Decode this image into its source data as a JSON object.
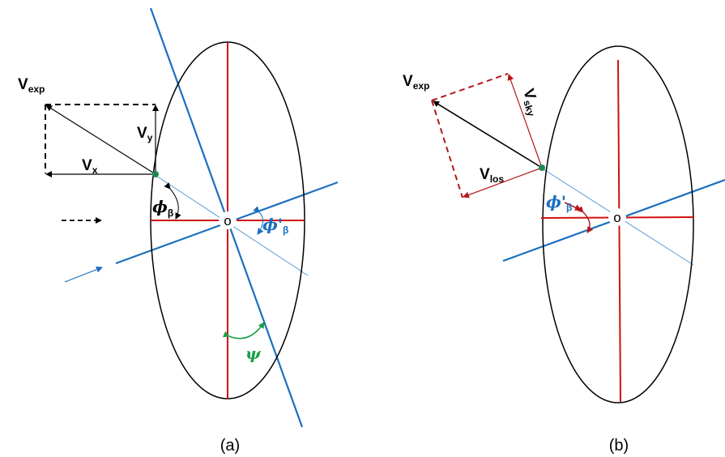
{
  "colors": {
    "ellipse": "#000000",
    "red": "#d01010",
    "darkred": "#b41818",
    "blue": "#1a6fbf",
    "lightblue": "#5a9bd6",
    "green": "#1aa048",
    "dot": "#1f8a55"
  },
  "panel_a": {
    "caption": "(a)",
    "origin": "o",
    "v_exp": {
      "main": "V",
      "sub": "exp"
    },
    "v_y": {
      "main": "V",
      "sub": "y"
    },
    "v_x": {
      "main": "V",
      "sub": "x"
    },
    "phi_beta": {
      "main": "ϕ",
      "sub": "β"
    },
    "phi_beta_prime": {
      "main": "ϕ'",
      "sub": "β"
    },
    "psi": "ψ"
  },
  "panel_b": {
    "caption": "(b)",
    "origin": "o",
    "v_exp": {
      "main": "V",
      "sub": "exp"
    },
    "v_sky": {
      "main": "V",
      "sub": "sky"
    },
    "v_los": {
      "main": "V",
      "sub": "los"
    },
    "phi_beta_prime": {
      "main": "ϕ'",
      "sub": "β"
    }
  }
}
